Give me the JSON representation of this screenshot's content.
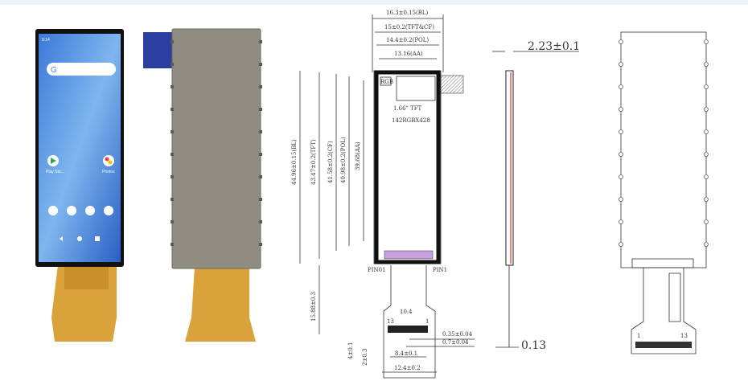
{
  "front_photo": {
    "status_time": "9:14",
    "apps": [
      "Play Sto...",
      "Photos"
    ],
    "search_logo": "G"
  },
  "drawing": {
    "width_dims": [
      "16.3±0.15(BL)",
      "15±0.2(TFT&CF)",
      "14.4±0.2(POL)",
      "13.16(AA)"
    ],
    "height_dims": [
      "44.96±0.15(BL)",
      "43.47±0.2(TFT)",
      "41.58±0.2(CF)",
      "40.98±0.2(POL)",
      "39.68(AA)"
    ],
    "panel_label": "1.66\" TFT",
    "resolution_label": "142RGBX428",
    "rgb_label": "RGB",
    "pin_left": "PIN01",
    "pin_right": "PIN1",
    "fpc_length": "15.88±0.3",
    "fpc_inner_width": "10.4",
    "pin_13": "13",
    "pin_1": "1",
    "pitch_1": "0.35±0.04",
    "pitch_2": "0.7±0.04",
    "contact_width": "8.4±0.1",
    "fpc_width": "12.4±0.2",
    "tab_h1": "4±0.1",
    "tab_h2": "2±0.3"
  },
  "side_view": {
    "thickness": "2.23±0.1",
    "fpc_thickness": "0.13"
  },
  "back_outline": {
    "pin_13": "13",
    "pin_1": "1"
  },
  "colors": {
    "metal": "#8f8c82",
    "fpc": "#d9a23a",
    "blue_tab": "#2b3fa0"
  }
}
